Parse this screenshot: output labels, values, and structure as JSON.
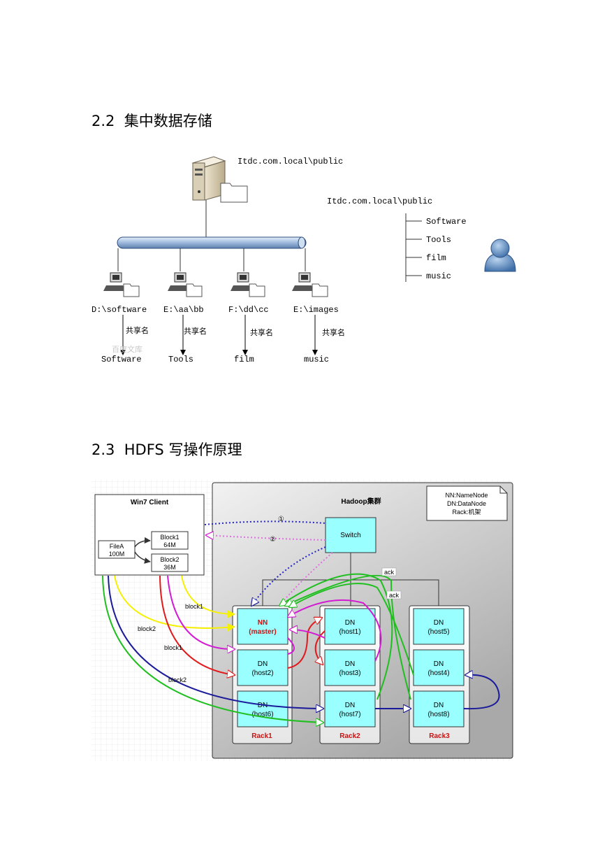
{
  "section_22": {
    "number": "2.2",
    "title": "集中数据存储"
  },
  "section_23": {
    "number": "2.3",
    "title": "HDFS 写操作原理"
  },
  "diagram1": {
    "server_path": "Itdc.com.local\\public",
    "tree_root": "Itdc.com.local\\public",
    "tree_items": [
      "Software",
      "Tools",
      "film",
      "music"
    ],
    "share_label": "共享名",
    "watermark": "百度文库",
    "clients": [
      {
        "path": "D:\\software",
        "share": "Software"
      },
      {
        "path": "E:\\aa\\bb",
        "share": "Tools"
      },
      {
        "path": "F:\\dd\\cc",
        "share": "film"
      },
      {
        "path": "E:\\images",
        "share": "music"
      }
    ]
  },
  "diagram2": {
    "client_title": "Win7 Client",
    "file_a": [
      "FileA",
      "100M"
    ],
    "block1": [
      "Block1",
      "64M"
    ],
    "block2": [
      "Block2",
      "36M"
    ],
    "cluster_title": "Hadoop集群",
    "legend": [
      "NN:NameNode",
      "DN:DataNode",
      "Rack:机架"
    ],
    "switch": "Switch",
    "step1": "①",
    "step2": "②",
    "ack1": "ack",
    "ack2": "ack",
    "flow_labels": {
      "block1_top": "block1",
      "block2_top": "block2",
      "block1_mid": "block1",
      "block2_bottom": "block2"
    },
    "nn": [
      "NN",
      "(master)"
    ],
    "rack1": {
      "label": "Rack1",
      "nodes": [
        [
          "DN",
          "(host2)"
        ],
        [
          "DN",
          "(host6)"
        ]
      ]
    },
    "rack2": {
      "label": "Rack2",
      "nodes": [
        [
          "DN",
          "(host1)"
        ],
        [
          "DN",
          "(host3)"
        ],
        [
          "DN",
          "(host7)"
        ]
      ]
    },
    "rack3": {
      "label": "Rack3",
      "nodes": [
        [
          "DN",
          "(host5)"
        ],
        [
          "DN",
          "(host4)"
        ],
        [
          "DN",
          "(host8)"
        ]
      ]
    }
  }
}
